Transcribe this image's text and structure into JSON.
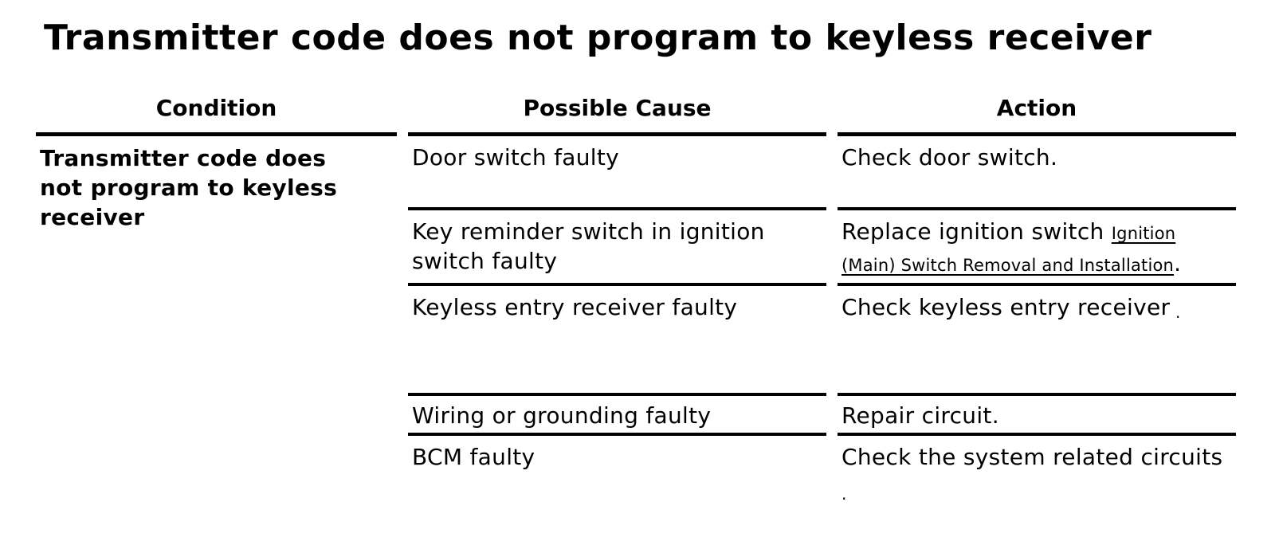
{
  "page": {
    "title": "Transmitter code does not program to keyless receiver",
    "background_color": "#ffffff",
    "text_color": "#000000",
    "rule_color": "#000000"
  },
  "table": {
    "headers": [
      "Condition",
      "Possible Cause",
      "Action"
    ],
    "condition": "Transmitter code does not program to keyless receiver",
    "rows": [
      {
        "cause": "Door switch faulty",
        "action": "Check door switch."
      },
      {
        "cause": "Key reminder switch in ignition switch faulty",
        "action": "Replace ignition switch ",
        "action_link": "Ignition (Main) Switch Removal and Installation",
        "action_suffix": "."
      },
      {
        "cause": "Keyless entry receiver faulty",
        "action": "Check keyless entry receiver",
        "action_small_suffix": " ."
      },
      {
        "cause": "Wiring or grounding faulty",
        "action": "Repair circuit."
      },
      {
        "cause": "BCM faulty",
        "action": "Check the system related circuits",
        "action_small_suffix": " ."
      }
    ]
  }
}
